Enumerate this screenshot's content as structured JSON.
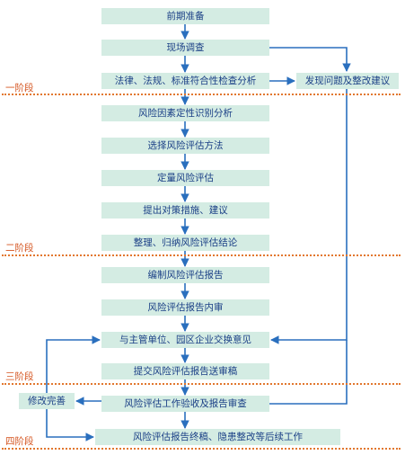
{
  "steps": [
    "前期准备",
    "现场调查",
    "法律、法规、标准符合性检查分析",
    "风险因素定性识别分析",
    "选择风险评估方法",
    "定量风险评估",
    "提出对策措施、建议",
    "整理、归纳风险评估结论",
    "编制风险评估报告",
    "风险评估报告内审",
    "与主管单位、园区企业交换意见",
    "提交风险评估报告送审稿",
    "风险评估工作验收及报告审查",
    "风险评估报告终稿、隐患整改等后续工作"
  ],
  "side_boxes": {
    "issues": "发现问题及整改建议",
    "revise": "修改完善"
  },
  "stages": [
    "一阶段",
    "二阶段",
    "三阶段",
    "四阶段"
  ],
  "colors": {
    "box": "#d4ece3",
    "text": "#1a3f86",
    "arrow": "#2a6fbe",
    "stage": "#d4531e",
    "divider": "#e2772e"
  }
}
